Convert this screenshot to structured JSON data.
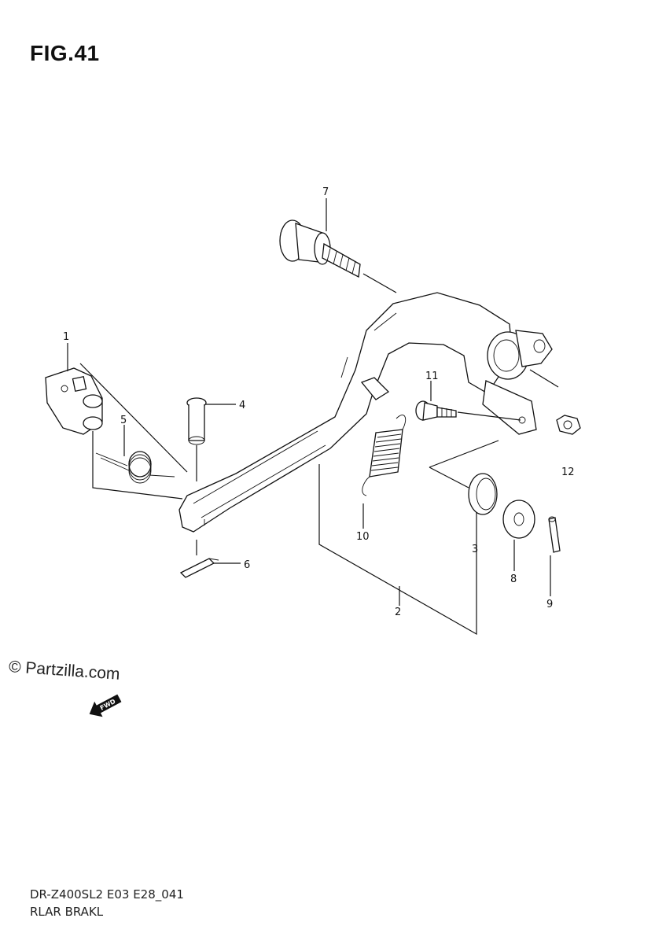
{
  "header": {
    "figure_label": "FIG.41"
  },
  "watermark": {
    "text": "Partzilla.com",
    "symbol": "©"
  },
  "direction_arrow": {
    "text": "FWD"
  },
  "footer": {
    "model_code": "DR-Z400SL2 E03 E28_041",
    "section_name": "RLAR BRAKL"
  },
  "callouts": {
    "c1": "1",
    "c2": "2",
    "c3": "3",
    "c4": "4",
    "c5": "5",
    "c6": "6",
    "c7": "7",
    "c8": "8",
    "c9": "9",
    "c10": "10",
    "c11": "11",
    "c12": "12"
  }
}
